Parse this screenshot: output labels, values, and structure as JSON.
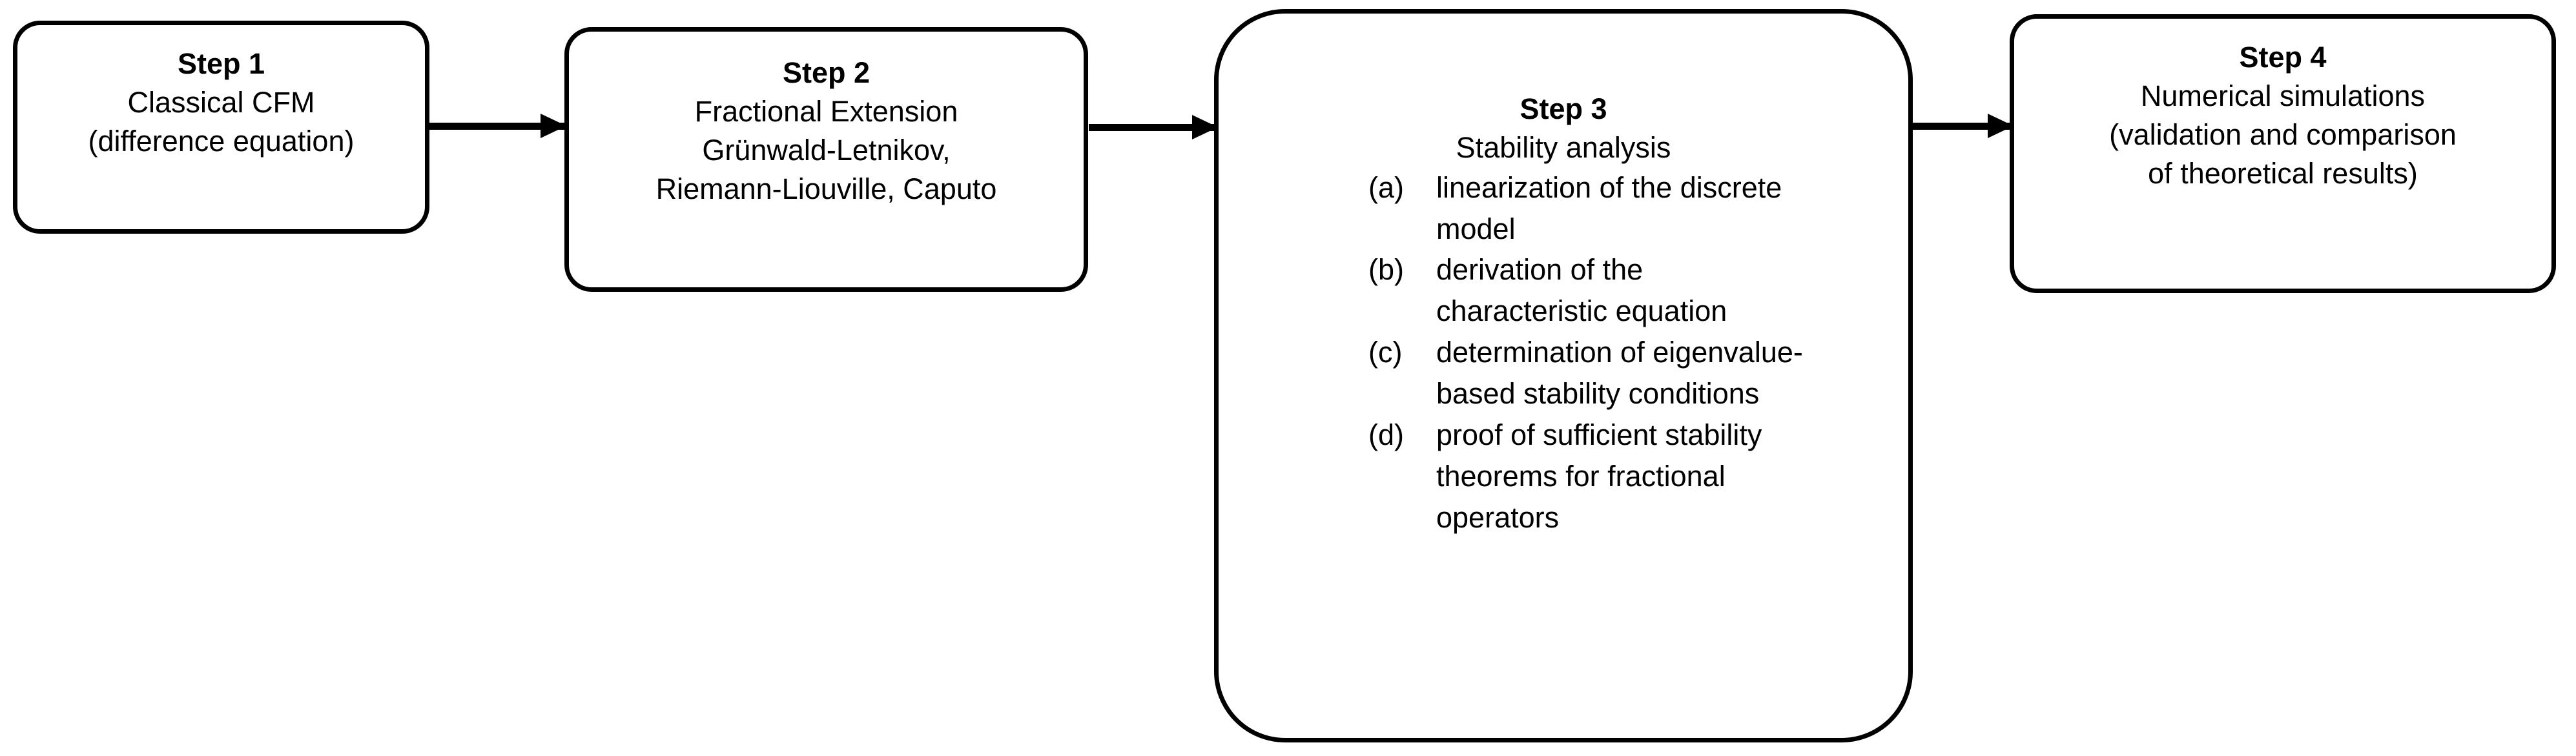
{
  "diagram": {
    "type": "flowchart",
    "orientation": "left-to-right",
    "nodes": [
      {
        "id": "step-1",
        "title": "Step 1",
        "lines": [
          "Classical CFM",
          "(difference equation)"
        ]
      },
      {
        "id": "step-2",
        "title": "Step 2",
        "lines": [
          "Fractional Extension",
          "Grünwald-Letnikov,",
          "Riemann-Liouville, Caputo"
        ]
      },
      {
        "id": "step-3",
        "title": "Step 3",
        "lines": [
          "Stability analysis"
        ],
        "sublist": [
          {
            "marker": "(a)",
            "text": "linearization of the discrete model"
          },
          {
            "marker": "(b)",
            "text": "derivation of the characteristic equation"
          },
          {
            "marker": "(c)",
            "text": "determination of eigenvalue-based stability conditions"
          },
          {
            "marker": "(d)",
            "text": "proof of sufficient stability theorems for fractional operators"
          }
        ]
      },
      {
        "id": "step-4",
        "title": "Step 4",
        "lines": [
          "Numerical simulations",
          "(validation and comparison",
          "of theoretical results)"
        ]
      }
    ],
    "connectors": [
      {
        "id": "arrow-1",
        "from": "step-1",
        "to": "step-2",
        "style": "solid-arrow"
      },
      {
        "id": "arrow-2",
        "from": "step-2",
        "to": "step-3",
        "style": "solid-arrow"
      },
      {
        "id": "arrow-3",
        "from": "step-3",
        "to": "step-4",
        "style": "solid-arrow"
      }
    ],
    "colors": {
      "background": "#ffffff",
      "stroke": "#000000",
      "text": "#000000"
    }
  }
}
